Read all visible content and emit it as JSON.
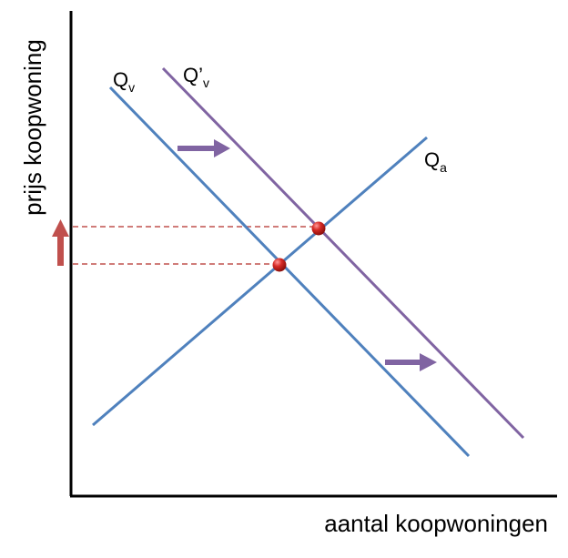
{
  "axes": {
    "y_label": "prijs koopwoning",
    "x_label": "aantal koopwoningen"
  },
  "curves": {
    "demand": {
      "main": "Q",
      "sub": "v",
      "color": "#4f81bd"
    },
    "demand_shifted": {
      "main": "Q’",
      "sub": "v",
      "color": "#8064a2"
    },
    "supply": {
      "main": "Q",
      "sub": "a",
      "color": "#4f81bd"
    }
  },
  "colors": {
    "axis": "#000000",
    "guide": "#c0504d",
    "price_arrow": "#c0504d",
    "shift_arrow": "#8064a2",
    "equilibrium_point": "#c0201d"
  },
  "icons": {
    "shift_arrows": "right-arrow",
    "price_arrow": "up-arrow"
  }
}
